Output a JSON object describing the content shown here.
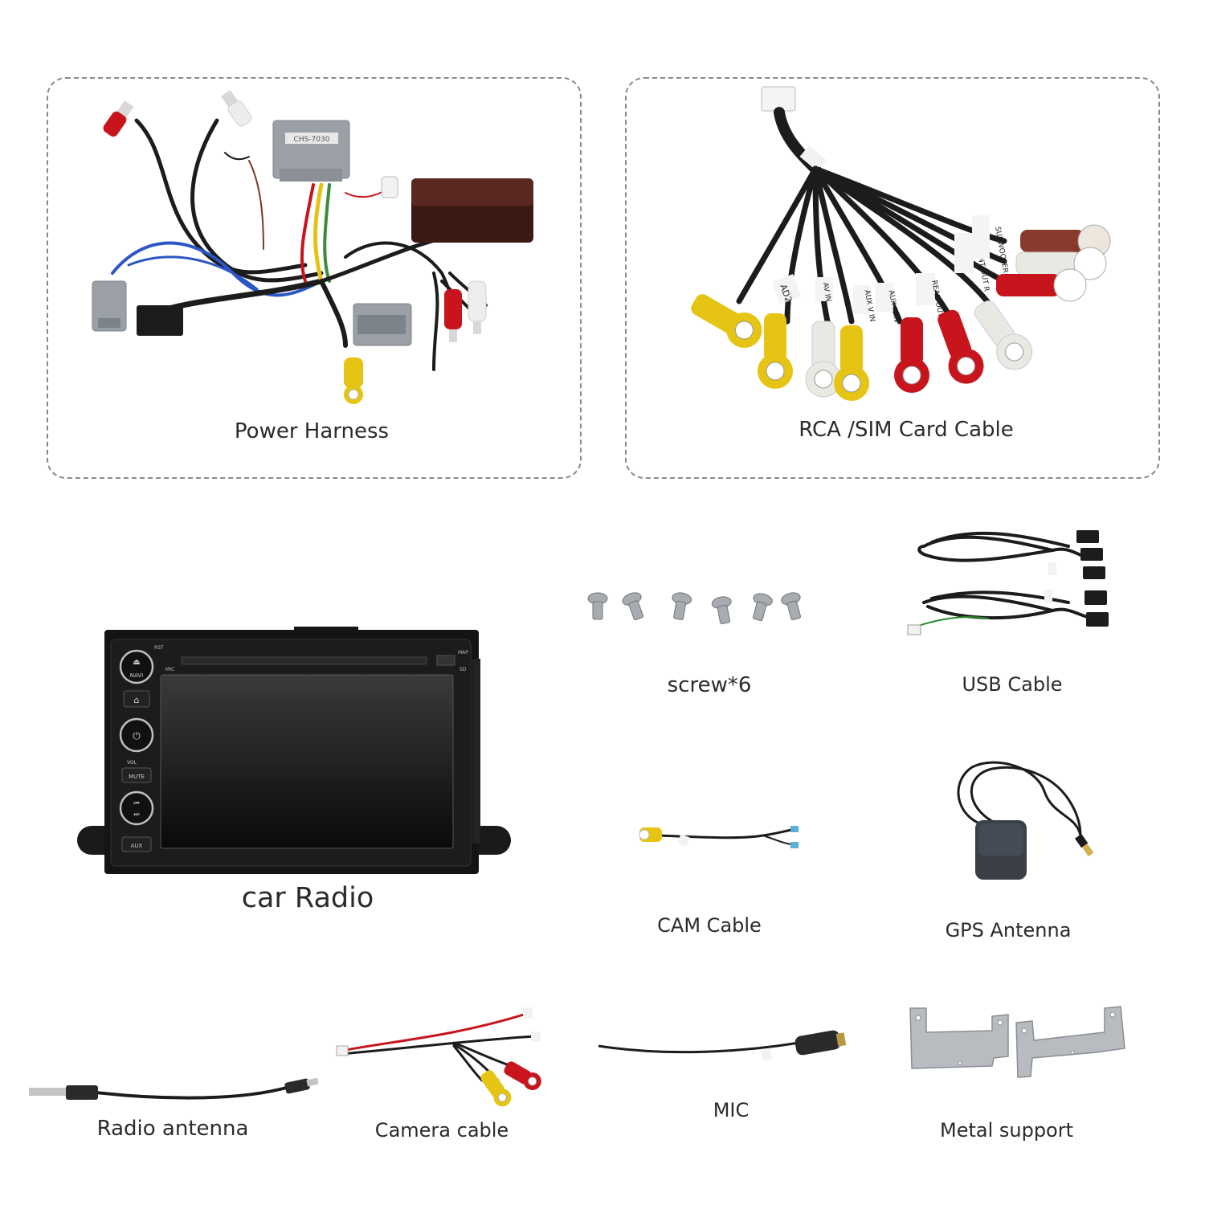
{
  "items": {
    "power_harness": "Power Harness",
    "rca_sim_card_cable": "RCA /SIM Card Cable",
    "car_radio": "car Radio",
    "screw": "screw*6",
    "usb_cable": "USB Cable",
    "cam_cable": "CAM Cable",
    "gps_antenna": "GPS Antenna",
    "radio_antenna": "Radio antenna",
    "camera_cable": "Camera cable",
    "mic": "MIC",
    "metal_support": "Metal support"
  },
  "radio_panel": {
    "rst": "RST",
    "mic": "MIC",
    "map": "MAP",
    "sd": "SD",
    "navi": "NAVI",
    "vol": "VOL",
    "mute": "MUTE",
    "aux": "AUX"
  },
  "connector_label": "CHS-7030",
  "rca_tags": [
    "AD2",
    "AV IN",
    "AUX V IN",
    "AUX R IN",
    "REAR OUT R",
    "FRONT OUT R",
    "SUBWOOFER"
  ],
  "colors": {
    "red": "#c8141c",
    "white": "#e9e9e4",
    "yellow": "#e6c414",
    "brown": "#8a3a2c",
    "cable": "#1c1c1c",
    "gray_connector": "#9aa0a6"
  }
}
